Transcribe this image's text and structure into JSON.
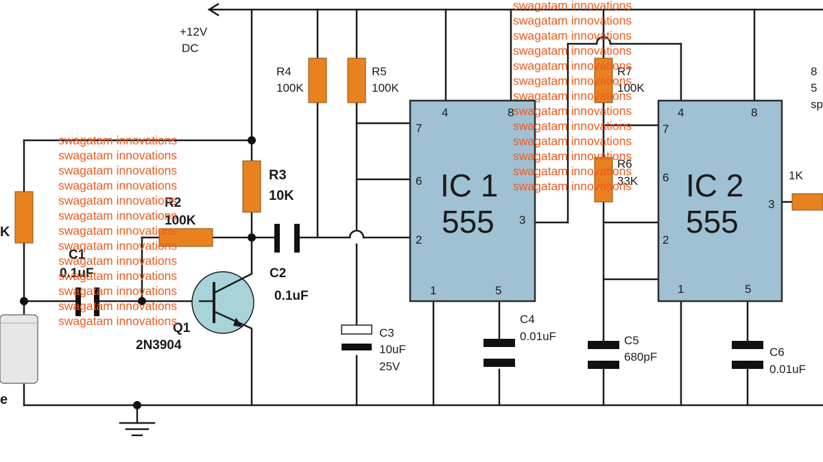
{
  "supply": {
    "voltage": "+12V",
    "type": "DC"
  },
  "components": {
    "r_left": {
      "value": "K"
    },
    "r2": {
      "name": "R2",
      "value": "100K"
    },
    "r3": {
      "name": "R3",
      "value": "10K"
    },
    "r4": {
      "name": "R4",
      "value": "100K"
    },
    "r5": {
      "name": "R5",
      "value": "100K"
    },
    "r6": {
      "name": "R6",
      "value": "33K"
    },
    "r7": {
      "name": "R7",
      "value": "100K"
    },
    "r_out": {
      "value": "1K"
    },
    "c1": {
      "name": "C1",
      "value": "0.1uF"
    },
    "c2": {
      "name": "C2",
      "value": "0.1uF"
    },
    "c3": {
      "name": "C3",
      "value": "10uF",
      "voltage": "25V"
    },
    "c4": {
      "name": "C4",
      "value": "0.01uF"
    },
    "c5": {
      "name": "C5",
      "value": "680pF"
    },
    "c6": {
      "name": "C6",
      "value": "0.01uF"
    },
    "q1": {
      "name": "Q1",
      "part": "2N3904"
    },
    "mic": {
      "label": "e"
    },
    "ic1": {
      "name": "IC 1",
      "part": "555",
      "pins": {
        "p4": "4",
        "p8": "8",
        "p7": "7",
        "p6": "6",
        "p2": "2",
        "p3": "3",
        "p1": "1",
        "p5": "5"
      }
    },
    "ic2": {
      "name": "IC 2",
      "part": "555",
      "pins": {
        "p4": "4",
        "p8": "8",
        "p7": "7",
        "p6": "6",
        "p2": "2",
        "p3": "3",
        "p1": "1",
        "p5": "5"
      }
    }
  },
  "note": {
    "line1": "8",
    "line2": "5",
    "line3": "sp"
  },
  "watermark": {
    "text": "swagatam innovations"
  },
  "colors": {
    "resistor": "#e8821e",
    "ic_body": "#9fc1d3",
    "transistor": "#a8d4d9",
    "watermark": "#ee5a1d"
  }
}
